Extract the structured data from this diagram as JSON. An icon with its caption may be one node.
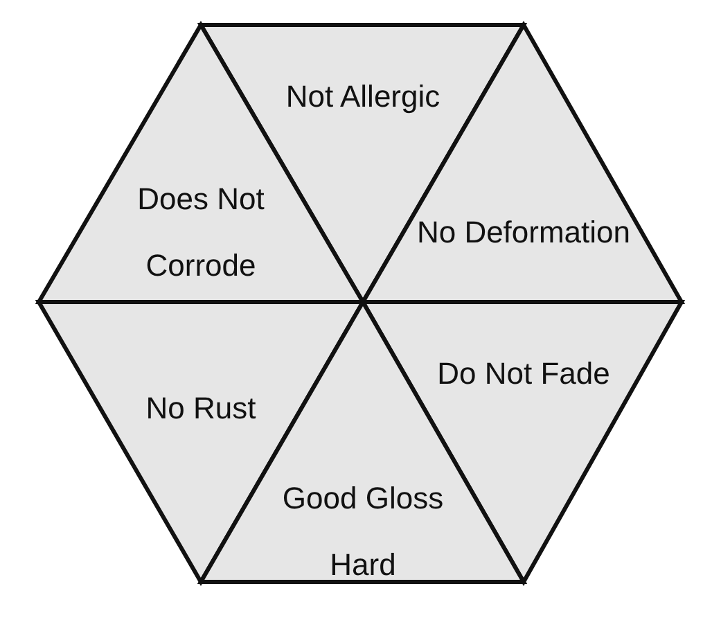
{
  "diagram": {
    "nodes": [
      {
        "text": [
          "Not Allergic"
        ]
      },
      {
        "text": [
          "Does Not Corrode"
        ]
      },
      {
        "text": [
          "No Deformation"
        ]
      },
      {
        "text": [
          "No Rust"
        ]
      },
      {
        "text": [
          "Do Not Fade"
        ]
      },
      {
        "text": [
          "Good Gloss Hard"
        ]
      }
    ]
  }
}
